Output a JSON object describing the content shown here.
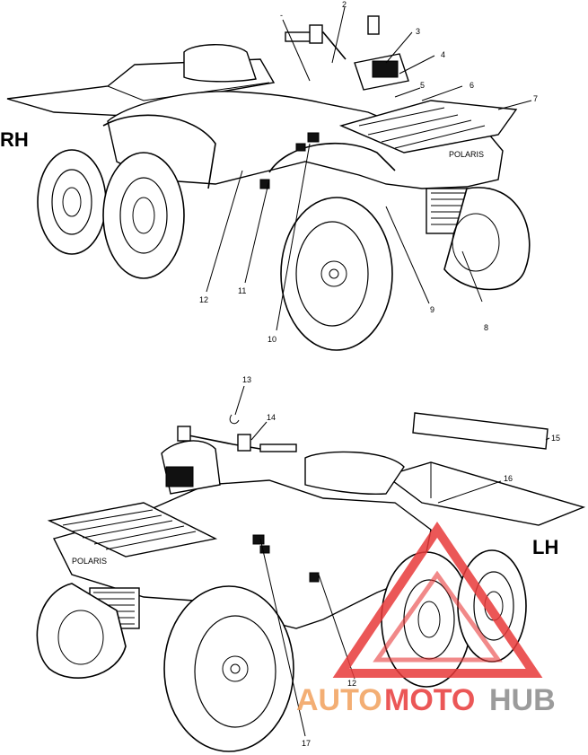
{
  "views": {
    "top": {
      "side_label": "RH"
    },
    "bottom": {
      "side_label": "LH"
    }
  },
  "callouts_top": [
    "2",
    "3",
    "4",
    "5",
    "6",
    "7",
    "8",
    "9",
    "10",
    "11",
    "12"
  ],
  "callouts_top_dash": "-",
  "callouts_bottom": [
    "13",
    "14",
    "15",
    "16",
    "12",
    "17"
  ],
  "watermark": {
    "part1": "AUTO",
    "part2": "MOTO",
    "part3": "HUB",
    "color_warm": "#f2a15c",
    "color_red": "#e83a3a",
    "color_grey": "#8a8a8a"
  },
  "decal_text": {
    "brand": "POLARIS"
  }
}
